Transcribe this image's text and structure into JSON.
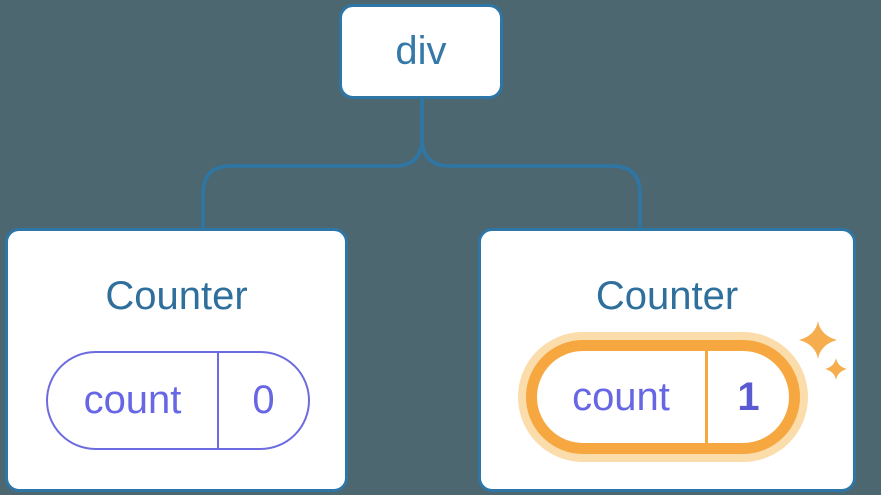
{
  "diagram": {
    "type": "component-tree",
    "root": {
      "label": "div"
    },
    "children": [
      {
        "title": "Counter",
        "state": {
          "key": "count",
          "value": "0"
        },
        "highlighted": false
      },
      {
        "title": "Counter",
        "state": {
          "key": "count",
          "value": "1"
        },
        "highlighted": true
      }
    ],
    "colors": {
      "background": "#4d6771",
      "connector_line": "#2d76a6",
      "card_border": "#2d76a6",
      "card_background": "#ffffff",
      "root_label_text": "#3579a8",
      "title_text": "#2f6f9b",
      "pill_border": "#6c6ce0",
      "pill_text": "#6767e6",
      "pill_value_bold": "#5a5ad2",
      "highlight_ring": "#f6a73f",
      "highlight_glow": "#fbdcab",
      "sparkle": "#f5ad4d"
    }
  }
}
